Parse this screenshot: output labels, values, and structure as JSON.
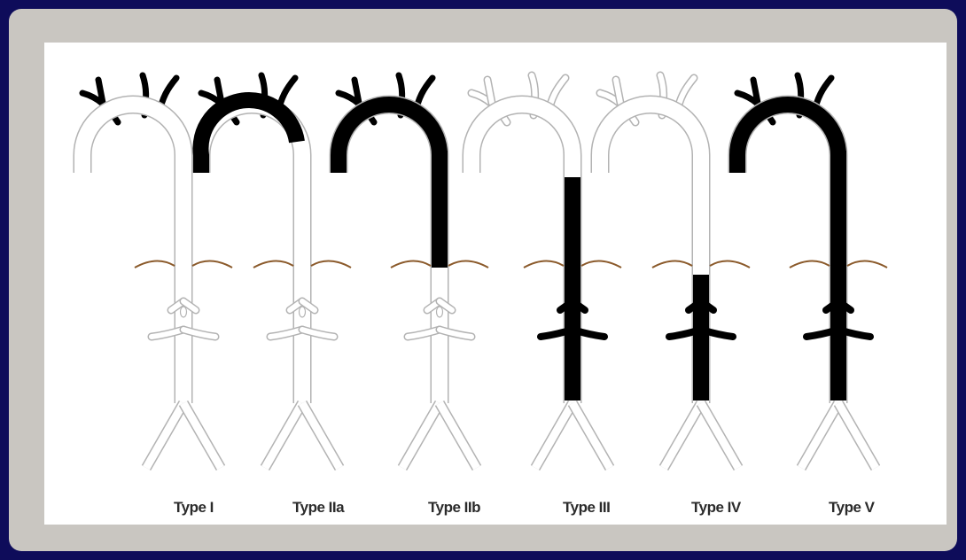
{
  "figure": {
    "labels": [
      "Type I",
      "Type IIa",
      "Type IIb",
      "Type III",
      "Type IV",
      "Type V"
    ]
  },
  "colors": {
    "outer_background": "#0e0c5a",
    "frame": "#c9c6c1",
    "panel": "#ffffff",
    "vessel_fill": "#000000",
    "vessel_outline": "#b3b3b3",
    "diaphragm": "#8b5a2b"
  }
}
